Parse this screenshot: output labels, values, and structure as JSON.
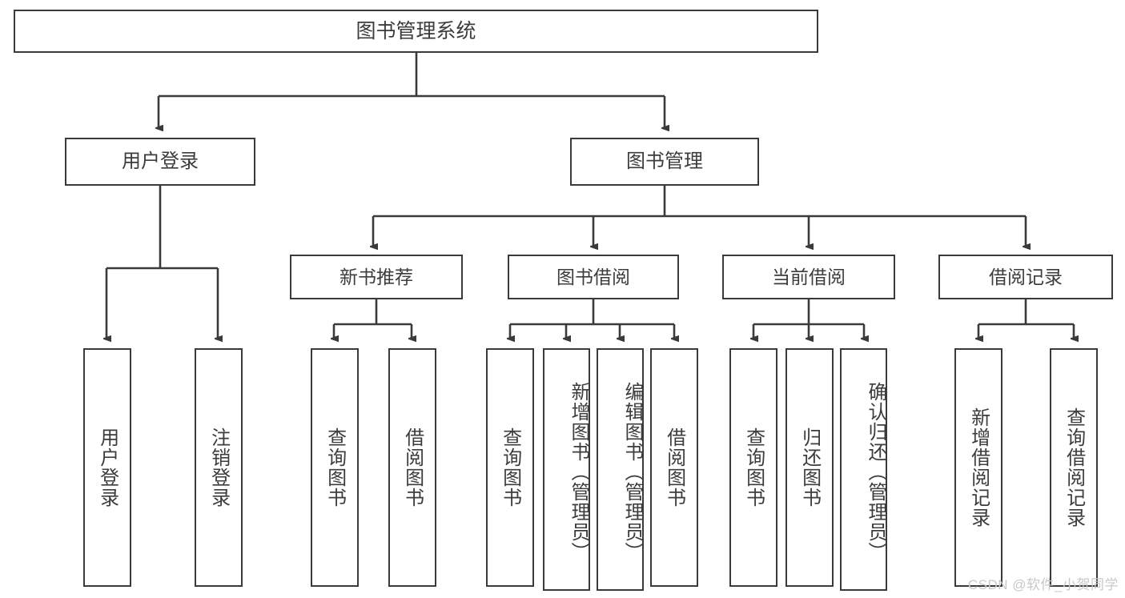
{
  "diagram": {
    "title": "图书管理系统",
    "type": "tree",
    "root": {
      "label": "图书管理系统"
    },
    "level1": [
      {
        "label": "用户登录"
      },
      {
        "label": "图书管理"
      }
    ],
    "level2": [
      {
        "label": "新书推荐"
      },
      {
        "label": "图书借阅"
      },
      {
        "label": "当前借阅"
      },
      {
        "label": "借阅记录"
      }
    ],
    "leaves": {
      "user_login": [
        {
          "label": "用户登录"
        },
        {
          "label": "注销登录"
        }
      ],
      "new_book_recommend": [
        {
          "label": "查询图书"
        },
        {
          "label": "借阅图书"
        }
      ],
      "book_borrow": [
        {
          "label": "查询图书"
        },
        {
          "label": "新增图书（管理员）"
        },
        {
          "label": "编辑图书（管理员）"
        },
        {
          "label": "借阅图书"
        }
      ],
      "current_borrow": [
        {
          "label": "查询图书"
        },
        {
          "label": "归还图书"
        },
        {
          "label": "确认归还（管理员）"
        }
      ],
      "borrow_record": [
        {
          "label": "新增借阅记录"
        },
        {
          "label": "查询借阅记录"
        }
      ]
    }
  },
  "watermark": {
    "text": "CSDN @软件_小贺同学"
  },
  "colors": {
    "stroke": "#3a3a3a",
    "text": "#3c3c3c",
    "background": "#ffffff",
    "watermark": "#c9c9c9"
  }
}
